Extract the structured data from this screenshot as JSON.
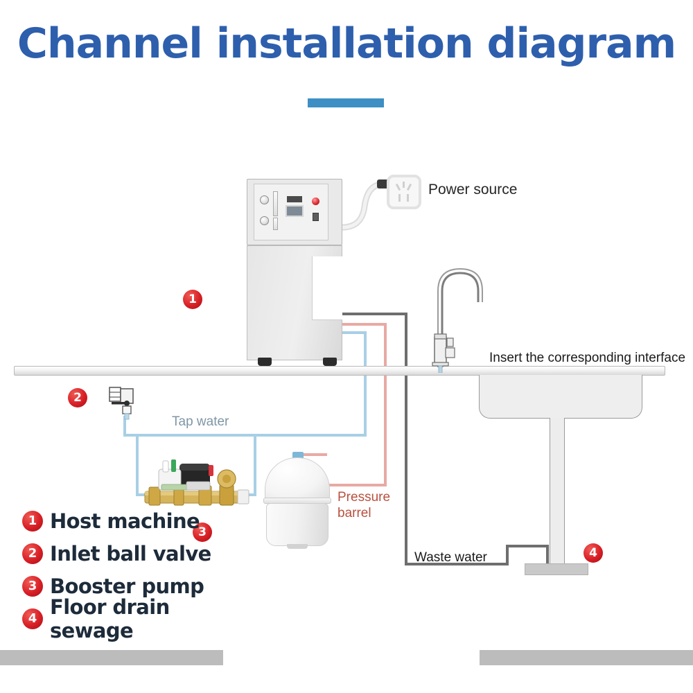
{
  "header": {
    "title": "Channel installation diagram",
    "accent_color": "#3d8fc4",
    "title_color": "#2e5fad"
  },
  "diagram": {
    "labels": {
      "power_source": "Power source",
      "insert_interface": "Insert the corresponding interface",
      "tap_water": "Tap water",
      "pressure_barrel": "Pressure barrel",
      "waste_water": "Waste water"
    },
    "label_colors": {
      "power_source": "#262626",
      "insert_interface": "#1a1a1a",
      "tap_water": "#7f96a6",
      "pressure_barrel": "#b9503f",
      "waste_water": "#1a1a1a"
    },
    "callouts": [
      {
        "number": "1",
        "target": "host-machine"
      },
      {
        "number": "2",
        "target": "inlet-ball-valve"
      },
      {
        "number": "3",
        "target": "booster-pump"
      },
      {
        "number": "4",
        "target": "floor-drain-sewage"
      }
    ],
    "pipes": {
      "tap_water_color": "#a8cfe6",
      "pressure_line_color": "#e8a9a4",
      "waste_line_color": "#6e6e6e"
    }
  },
  "legend": {
    "badge_color": "#d81f26",
    "items": [
      {
        "number": "1",
        "label": "Host machine"
      },
      {
        "number": "2",
        "label": "Inlet ball valve"
      },
      {
        "number": "3",
        "label": "Booster pump"
      },
      {
        "number": "4",
        "label": "Floor drain sewage"
      }
    ]
  }
}
